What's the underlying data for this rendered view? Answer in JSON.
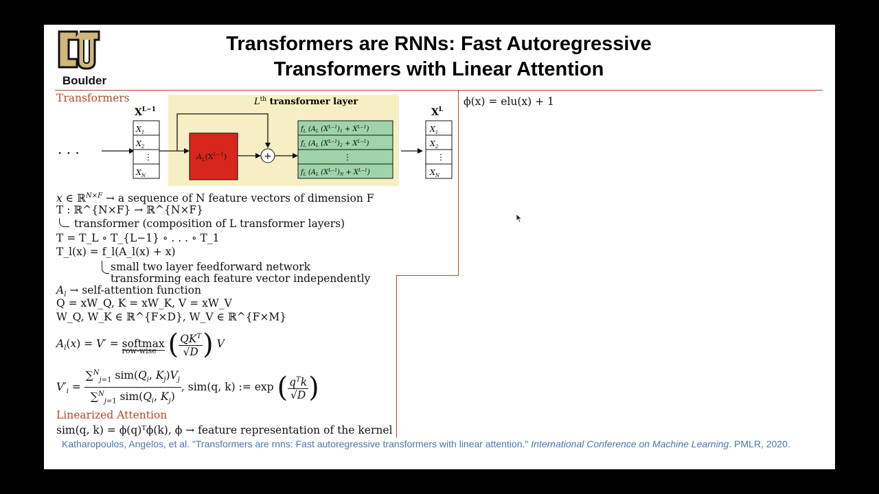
{
  "logo": {
    "text": "Boulder"
  },
  "title": {
    "line1": "Transformers are RNNs: Fast Autoregressive",
    "line2": "Transformers with Linear Attention"
  },
  "sections": {
    "transformers": "Transformers",
    "linearized": "Linearized Attention"
  },
  "diagram": {
    "layer_label": "L",
    "layer_label_sup": "th",
    "layer_label_rest": " transformer layer",
    "input_label": "X",
    "input_label_sup": "L−1",
    "output_label": "X",
    "output_label_sup": "L",
    "dots": ". . .",
    "block_label": "A",
    "plus": "+",
    "vdots": "⋮"
  },
  "text": {
    "line_x": "→ a sequence of N feature vectors of dimension F",
    "line_T": "T : ℝ^{N×F} → ℝ^{N×F}",
    "line_transformer": "transformer (composition of L transformer layers)",
    "line_compose": "T = T_L ∘ T_{L−1} ∘ . . . ∘ T_1",
    "line_Tl": "T_l(x) = f_l(A_l(x) + x)",
    "ff1": "small two layer feedforward network",
    "ff2": "transforming each feature vector independently",
    "line_Al": "→ self-attention function",
    "line_QKV": "Q = xW_Q, K = xW_K, V = xW_V",
    "line_W": "W_Q, W_K ∈ ℝ^{F×D}, W_V ∈ ℝ^{F×M}",
    "softmax": "softmax",
    "rowwise": "row-wise",
    "sim_def": ", sim(q, k) := exp",
    "linear_line": "sim(q, k) = ϕ(q)ᵀϕ(k), ϕ → feature representation of the kernel",
    "phi_def": "ϕ(x) = elu(x) + 1"
  },
  "citation": {
    "authors": "Katharopoulos, Angelos, et al. \"Transformers are rnns: Fast autoregressive transformers with linear attention.\" ",
    "venue": "International Conference on Machine Learning",
    "rest": ". PMLR, 2020."
  },
  "colors": {
    "accent": "#b4472a",
    "layer_bg": "#f6efc4",
    "block_red": "#d8261c",
    "block_green": "#9fd4a8",
    "cite_blue": "#4a76b0"
  }
}
